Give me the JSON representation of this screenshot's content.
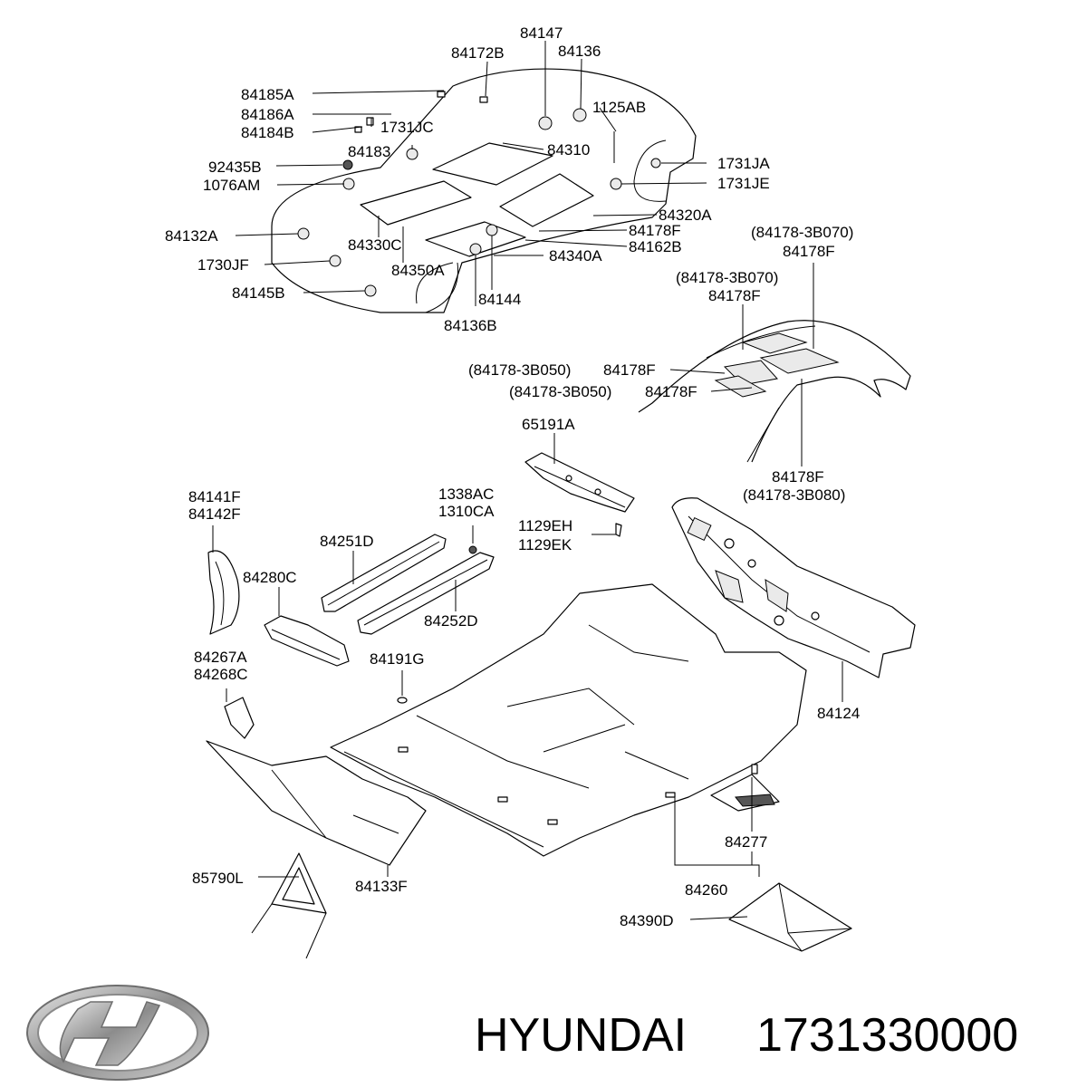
{
  "colors": {
    "line": "#000000",
    "background": "#ffffff",
    "logo_metal": "#9a9a9a"
  },
  "logo": {
    "name": "hyundai-logo-icon"
  },
  "caption": {
    "brand": "HYUNDAI",
    "part_number": "1731330000"
  },
  "callouts": {
    "c84147": "84147",
    "c84172B": "84172B",
    "c84136": "84136",
    "c84185A": "84185A",
    "c84186A": "84186A",
    "c84184B": "84184B",
    "c1125AB": "1125AB",
    "c1731JC": "1731JC",
    "c84183": "84183",
    "c84310": "84310",
    "c92435B": "92435B",
    "c1731JA": "1731JA",
    "c1076AM": "1076AM",
    "c1731JE": "1731JE",
    "c84320A": "84320A",
    "c84132A": "84132A",
    "c84330C": "84330C",
    "c84178F_a": "84178F",
    "c84162B": "84162B",
    "c84178_3B070_a": "(84178-3B070)",
    "c84178F_b": "84178F",
    "c1730JF": "1730JF",
    "c84350A": "84350A",
    "c84340A": "84340A",
    "c84178_3B070_b": "(84178-3B070)",
    "c84178F_c": "84178F",
    "c84145B": "84145B",
    "c84144": "84144",
    "c84136B": "84136B",
    "c84178_3B050_a": "(84178-3B050)",
    "c84178F_d": "84178F",
    "c84178_3B050_b": "(84178-3B050)",
    "c84178F_e": "84178F",
    "c65191A": "65191A",
    "c84178F_f": "84178F",
    "c84178_3B080": "(84178-3B080)",
    "c84141F": "84141F",
    "c84142F": "84142F",
    "c1338AC": "1338AC",
    "c1310CA": "1310CA",
    "c1129EH": "1129EH",
    "c1129EK": "1129EK",
    "c84251D": "84251D",
    "c84280C": "84280C",
    "c84252D": "84252D",
    "c84267A": "84267A",
    "c84268C": "84268C",
    "c84191G": "84191G",
    "c84124": "84124",
    "c84277": "84277",
    "c85790L": "85790L",
    "c84260": "84260",
    "c84133F": "84133F",
    "c84390D": "84390D"
  }
}
